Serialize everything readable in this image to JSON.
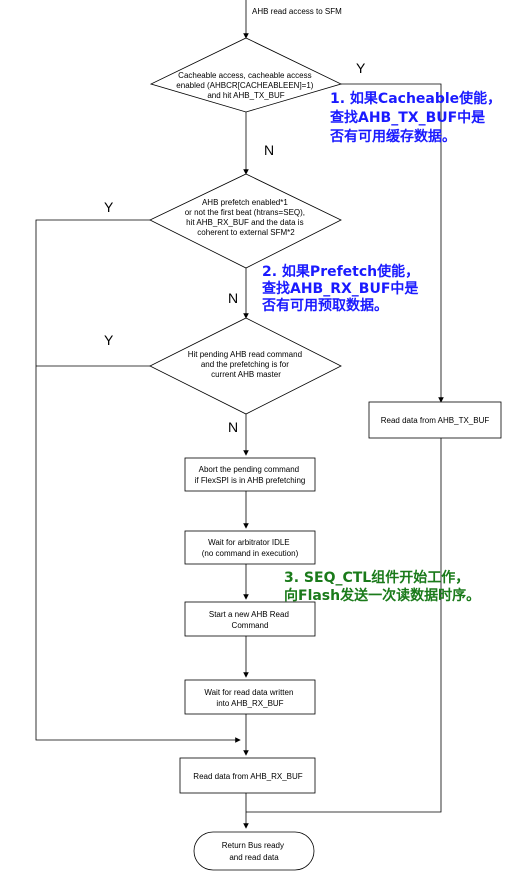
{
  "start_label": "AHB read access to SFM",
  "decisions": [
    {
      "lines": [
        "Cacheable access, cacheable access",
        "enabled (AHBCR[CACHEABLEEN]=1)",
        "and hit AHB_TX_BUF"
      ],
      "yes_label": "Y",
      "no_label": "N"
    },
    {
      "lines": [
        "AHB prefetch enabled*1",
        "or not the first beat (htrans=SEQ),",
        "hit AHB_RX_BUF and the data is",
        "coherent to external SFM*2"
      ],
      "yes_label": "Y",
      "no_label": "N"
    },
    {
      "lines": [
        "Hit pending AHB read command",
        "and the prefetching is for",
        "current AHB master"
      ],
      "yes_label": "Y",
      "no_label": "N"
    }
  ],
  "processes": [
    {
      "lines": [
        "Abort the pending command",
        "if FlexSPI is in AHB prefetching"
      ]
    },
    {
      "lines": [
        "Wait for arbitrator IDLE",
        "(no command in execution)"
      ]
    },
    {
      "lines": [
        "Start a new AHB Read",
        "Command"
      ]
    },
    {
      "lines": [
        "Wait for read data written",
        "into AHB_RX_BUF"
      ]
    },
    {
      "lines": [
        "Read data from AHB_RX_BUF"
      ]
    },
    {
      "lines": [
        "Read data from AHB_TX_BUF"
      ]
    }
  ],
  "terminal": {
    "lines": [
      "Return Bus ready",
      "and read data"
    ]
  },
  "notes": [
    {
      "color": "#1a1aff",
      "lines": [
        "1. 如果Cacheable使能，",
        "查找AHB_TX_BUF中是",
        "否有可用缓存数据。"
      ]
    },
    {
      "color": "#1a1aff",
      "lines": [
        "2. 如果Prefetch使能，",
        "查找AHB_RX_BUF中是",
        "否有可用预取数据。"
      ]
    },
    {
      "color": "#1a7a1a",
      "lines": [
        "3. SEQ_CTL组件开始工作，",
        "向Flash发送一次读数据时序。"
      ]
    }
  ]
}
